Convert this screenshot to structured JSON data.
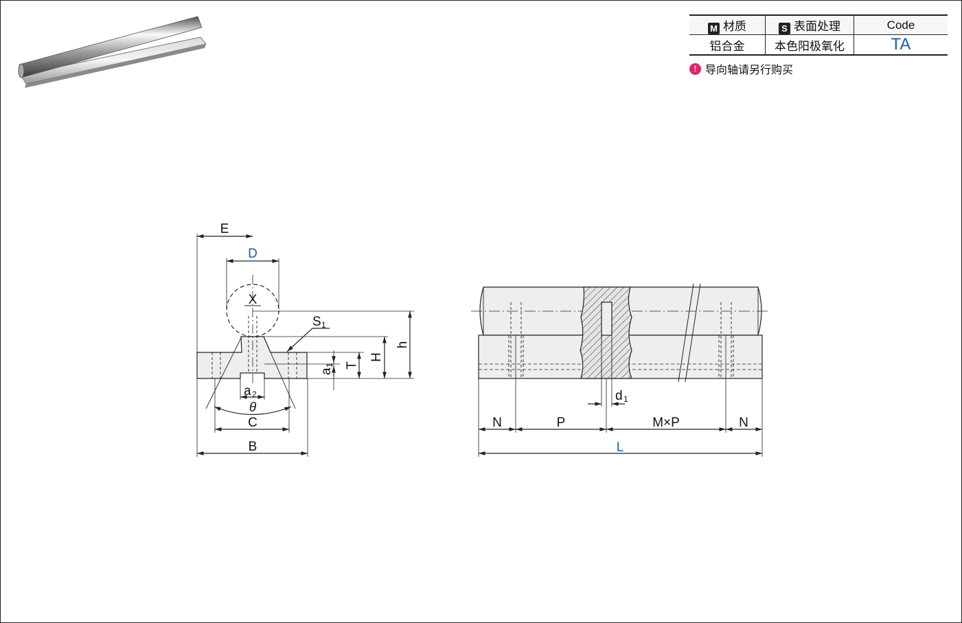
{
  "spec_table": {
    "headers": [
      {
        "badge": "M",
        "label": "材质"
      },
      {
        "badge": "S",
        "label": "表面处理"
      },
      {
        "badge": "",
        "label": "Code"
      }
    ],
    "row": {
      "material": "铝合金",
      "surface": "本色阳极氧化",
      "code": "TA"
    }
  },
  "note": {
    "icon": "!",
    "text": "导向轴请另行购买"
  },
  "labels": {
    "E": "E",
    "D": "D",
    "X": "X",
    "S1": "S",
    "S1_sub": "1",
    "h": "h",
    "H": "H",
    "T": "T",
    "a1": "a",
    "a1_sub": "1",
    "a2": "a",
    "a2_sub": "2",
    "theta": "θ",
    "C": "C",
    "B": "B",
    "d1": "d",
    "d1_sub": "1",
    "N_left": "N",
    "P": "P",
    "MxP": "M×P",
    "N_right": "N",
    "L": "L"
  },
  "colors": {
    "highlight_label": "#1a5fa8",
    "part_fill": "#eeeeee",
    "line": "#222222",
    "note_icon": "#e2266a"
  }
}
